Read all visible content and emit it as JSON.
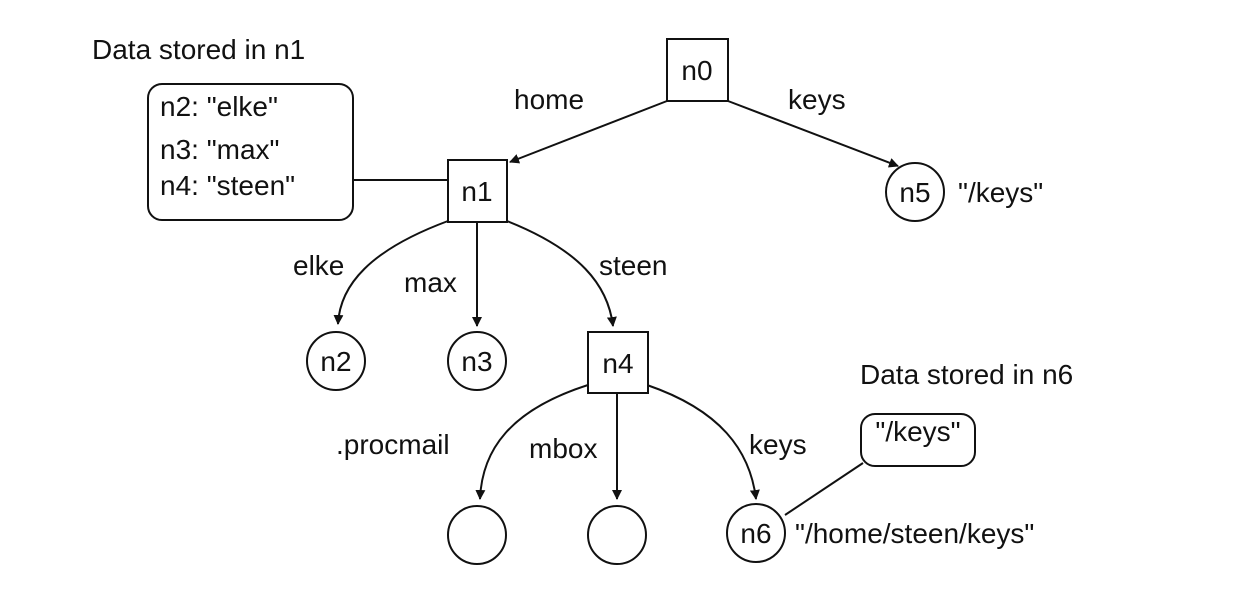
{
  "nodes": {
    "n0": "n0",
    "n1": "n1",
    "n2": "n2",
    "n3": "n3",
    "n4": "n4",
    "n5": "n5",
    "n6": "n6"
  },
  "edges": {
    "home": "home",
    "keys_root": "keys",
    "elke": "elke",
    "max": "max",
    "steen": "steen",
    "procmail": ".procmail",
    "mbox": "mbox",
    "keys_n4": "keys"
  },
  "values": {
    "n5": "\"/keys\"",
    "n6": "\"/home/steen/keys\""
  },
  "callouts": {
    "n1_title": "Data stored in n1",
    "n1_lines": [
      "n2: \"elke\"",
      "n3: \"max\"",
      "n4: \"steen\""
    ],
    "n6_title": "Data stored in n6",
    "n6_value": "\"/keys\""
  },
  "colors": {
    "stroke": "#111111",
    "background": "#ffffff"
  }
}
